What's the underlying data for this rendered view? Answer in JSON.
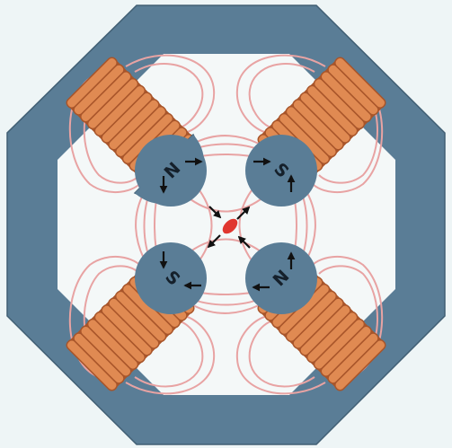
{
  "colors": {
    "background": "#eef5f6",
    "frame": "#5a7d96",
    "frame_stroke": "#415f74",
    "inner": "#f4f8f8",
    "coil": "#e08a52",
    "coil_dark": "#a8552a",
    "coil_light": "#f2ad7c",
    "field_line": "#e8a3a3",
    "particle": "#e0362f",
    "arrow": "#111111"
  },
  "poles": {
    "top_left": {
      "label": "N"
    },
    "top_right": {
      "label": "S"
    },
    "bottom_left": {
      "label": "S"
    },
    "bottom_right": {
      "label": "N"
    }
  },
  "icons": {
    "particle": "red-ellipse",
    "arrows": "black-arrow",
    "coil": "copper-winding"
  }
}
